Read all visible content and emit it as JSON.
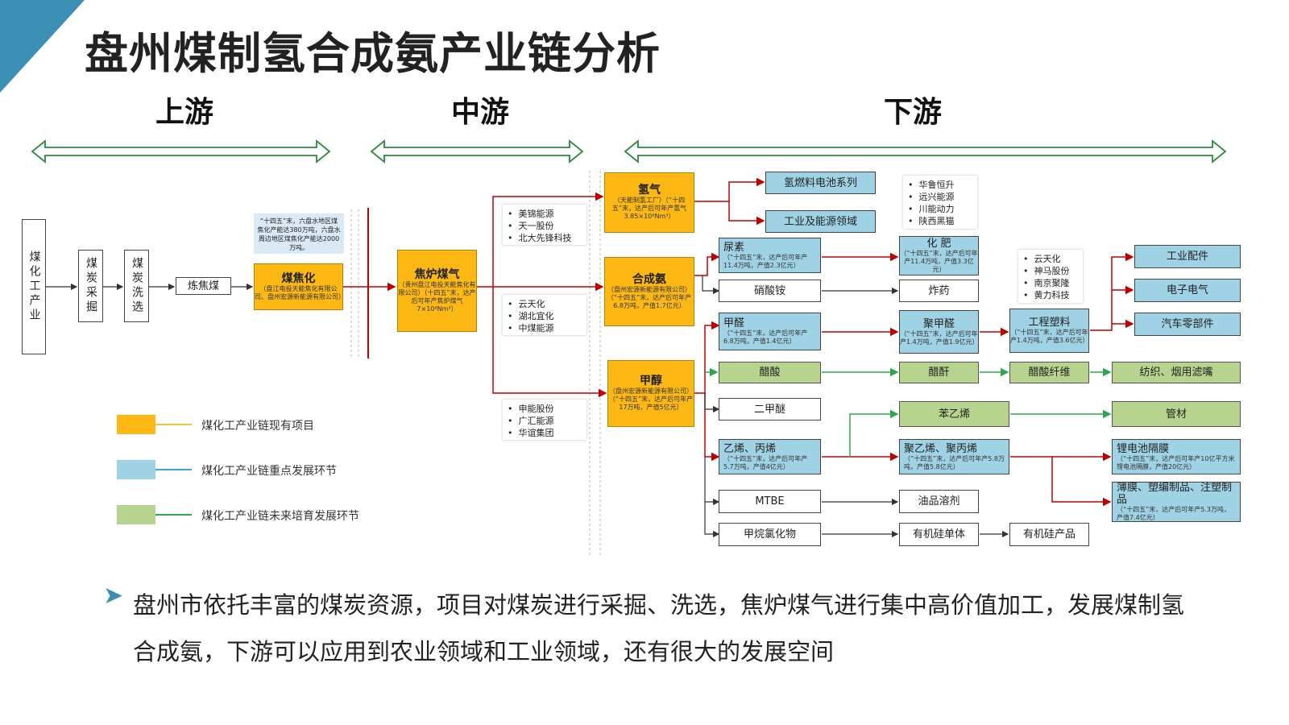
{
  "title": "盘州煤制氢合成氨产业链分析",
  "stages": {
    "upstream": "上游",
    "midstream": "中游",
    "downstream": "下游"
  },
  "colors": {
    "accent": "#3b8fb5",
    "existing": "#fdb813",
    "key": "#9fd2e4",
    "future": "#b7d48e",
    "line_red": "#c00000",
    "line_green": "#2ea84f"
  },
  "upstream": {
    "coal_industry": "煤化工产业",
    "coal_mining": "煤炭采掘",
    "coal_washing": "煤炭洗选",
    "coking_coal": "炼焦煤",
    "note": "“十四五”末，六盘水地区煤焦化产能达380万吨，六盘水周边地区煤焦化产能达2000万吨。",
    "coking": {
      "title": "煤焦化",
      "detail": "（盘江电投天能焦化有限公司、盘州宏源新能源有限公司）"
    }
  },
  "midstream": {
    "coke_gas": {
      "title": "焦炉煤气",
      "detail": "（贵州盘江电投天能焦化有限公司）（十四五”末，达产后可年产焦炉煤气7×10⁸Nm³）"
    },
    "companies_top": [
      "美锦能源",
      "天一股份",
      "北大先锋科技"
    ],
    "companies_mid": [
      "云天化",
      "湖北宜化",
      "中煤能源"
    ],
    "companies_bottom": [
      "申能股份",
      "广汇能源",
      "华谊集团"
    ],
    "hydrogen": {
      "title": "氢气",
      "detail": "（天能制氢工厂）（“十四五”末，达产后可年产氢气3.85×10⁸Nm³）"
    },
    "ammonia": {
      "title": "合成氨",
      "detail": "（盘州宏源新能源有限公司）（“十四五”末，达产后可年产6.8万吨，产值1.7亿元）"
    },
    "methanol": {
      "title": "甲醇",
      "detail": "（盘州宏源新能源有限公司）（“十四五”末，达产后可年产17万吨，产值5亿元）"
    }
  },
  "downstream": {
    "fuel_cell": "氢燃料电池系列",
    "industry_energy": "工业及能源领域",
    "h2_companies": [
      "华鲁恒升",
      "远兴能源",
      "川能动力",
      "陕西黑猫"
    ],
    "urea": {
      "title": "尿素",
      "detail": "（“十四五”末，达产后可年产11.4万吨，产值2.3亿元）"
    },
    "fertilizer": {
      "title": "化 肥",
      "detail": "（“十四五”末，达产后可年产11.4万吨，产值3.3亿元）"
    },
    "ammonium_nitrate": "硝酸铵",
    "explosive": "炸药",
    "formaldehyde": {
      "title": "甲醛",
      "detail": "（“十四五”末，达产后可年产6.8万吨，产值1.4亿元）"
    },
    "polyformaldehyde": {
      "title": "聚甲醛",
      "detail": "（“十四五”末，达产后可年产1.4万吨，产值1.9亿元）"
    },
    "eng_plastic": {
      "title": "工程塑料",
      "detail": "（“十四五”末，达产后可年产1.4万吨，产值3.6亿元）"
    },
    "plastic_companies": [
      "云天化",
      "神马股份",
      "南京聚隆",
      "黄力科技"
    ],
    "industrial_parts": "工业配件",
    "electrical": "电子电气",
    "auto_parts": "汽车零部件",
    "acetic_acid": "醋酸",
    "acetic_anhydride": "醋酐",
    "acetate_fiber": "醋酸纤维",
    "textile_filter": "纺织、烟用滤嘴",
    "dme": "二甲醚",
    "styrene": "苯乙烯",
    "pipe": "管材",
    "olefins": {
      "title": "乙烯、丙烯",
      "detail": "（“十四五”末，达产后可年产5.7万吨，产值4亿元）"
    },
    "polyolefins": {
      "title": "聚乙烯、聚丙烯",
      "detail": "（“十四五”末，达产后可年产5.8万吨，产值5.8亿元）"
    },
    "separator": {
      "title": "锂电池隔膜",
      "detail": "（“十四五”末，达产后可年产10亿平方米锂电池隔膜，产值20亿元）"
    },
    "film": {
      "title": "薄膜、塑编制品、注塑制品",
      "detail": "（“十四五”末，达产后可年产5.3万吨，产值7.4亿元）"
    },
    "mtbe": "MTBE",
    "oil_solvent": "油品溶剂",
    "methyl_chloride": "甲烷氯化物",
    "silicone_monomer": "有机硅单体",
    "silicone_product": "有机硅产品"
  },
  "legend": [
    {
      "label": "煤化工产业链现有项目",
      "color": "#fdb813",
      "line": "#e8c840"
    },
    {
      "label": "煤化工产业链重点发展环节",
      "color": "#9fd2e4",
      "line": "#3aa8d0"
    },
    {
      "label": "煤化工产业链未来培育发展环节",
      "color": "#b7d48e",
      "line": "#2ea84f"
    }
  ],
  "summary": "盘州市依托丰富的煤炭资源，项目对煤炭进行采掘、洗选，焦炉煤气进行集中高价值加工，发展煤制氢合成氨，下游可以应用到农业领域和工业领域，还有很大的发展空间"
}
